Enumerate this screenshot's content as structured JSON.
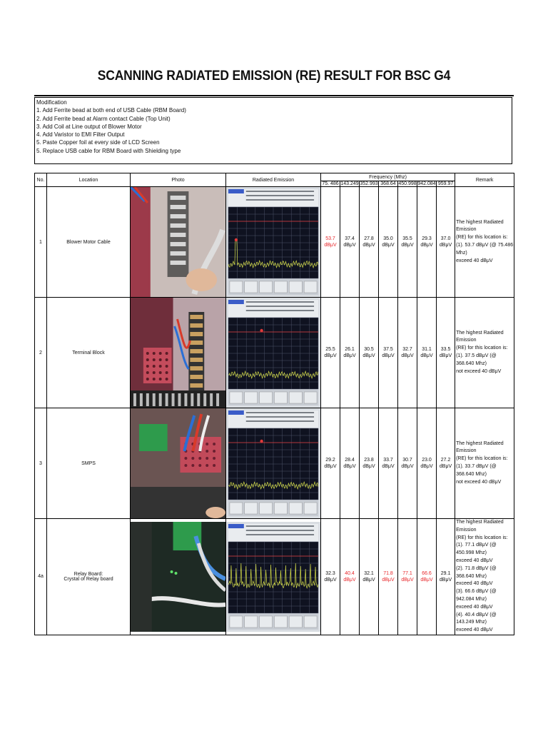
{
  "title": "SCANNING RADIATED EMISSION (RE) RESULT FOR BSC G4",
  "modification": {
    "heading": "Modification",
    "items": [
      "1. Add Ferrite bead at both end of USB Cable (RBM Board)",
      "2. Add Ferrite bead at Alarm contact Cable (Top Unit)",
      "3. Add Coil at Line output of Blower Motor",
      "4. Add Varistor to EMI Filter Output",
      "5. Paste Copper foil at every side of LCD Screen",
      "5. Replace USB cable for RBM Board with Shielding type"
    ]
  },
  "table": {
    "headers": {
      "no": "No.",
      "location": "Location",
      "photo": "Photo",
      "radiated": "Radiated Emission",
      "frequency": "Frequency (Mhz)",
      "remark": "Remark"
    },
    "frequencies": [
      "75. 486",
      "143.249",
      "352.993",
      "368.64",
      "450.998",
      "942.084",
      "959.97"
    ],
    "unit": "dBμV",
    "rows": [
      {
        "no": "1",
        "location": "Blower Motor Cable",
        "values": [
          "53.7",
          "37.4",
          "27.8",
          "35.0",
          "35.5",
          "29.3",
          "37.0"
        ],
        "red": [
          true,
          false,
          false,
          false,
          false,
          false,
          false
        ],
        "remark": [
          "The highest Radiated Emission",
          "(RE) for this location is:",
          "(1). 53.7 dBμV (@ 75.486 Mhz)",
          "exceed 40 dBμV"
        ]
      },
      {
        "no": "2",
        "location": "Terminal Block",
        "values": [
          "25.5",
          "26.1",
          "30.5",
          "37.5",
          "32.7",
          "31.1",
          "33.5"
        ],
        "red": [
          false,
          false,
          false,
          false,
          false,
          false,
          false
        ],
        "remark": [
          "The highest Radiated Emission",
          "(RE) for this location is:",
          "(1). 37.5 dBμV (@ 368.640 Mhz)",
          "not exceed 40 dBμV"
        ]
      },
      {
        "no": "3",
        "location": "SMPS",
        "values": [
          "29.2",
          "28.4",
          "23.8",
          "33.7",
          "30.7",
          "23.0",
          "27.2"
        ],
        "red": [
          false,
          false,
          false,
          false,
          false,
          false,
          false
        ],
        "remark": [
          "The highest Radiated Emission",
          "(RE) for this location is:",
          "(1). 33.7 dBμV (@ 368.640 Mhz)",
          "not exceed 40 dBμV"
        ]
      },
      {
        "no": "4a",
        "location": [
          "Relay Board:",
          "Crystal of Relay board"
        ],
        "values": [
          "32.3",
          "40.4",
          "32.1",
          "71.8",
          "77.1",
          "66.6",
          "29.1"
        ],
        "red": [
          false,
          true,
          false,
          true,
          true,
          true,
          false
        ],
        "remark": [
          "The highest Radiated Emission",
          "(RE) for this location is:",
          "(1). 77.1 dBμV (@ 450.998 Mhz)",
          "exceed 40 dBμV",
          "(2). 71.8 dBμV (@ 368.640 Mhz)",
          "exceed 40 dBμV",
          "(3). 66.6 dBμV (@ 942.084 Mhz)",
          "exceed 40 dBμV",
          "(4). 40.4 dBμV (@ 143.249 Mhz)",
          "exceed 40 dBμV"
        ]
      }
    ]
  },
  "colors": {
    "exceed": "#e8262a"
  }
}
